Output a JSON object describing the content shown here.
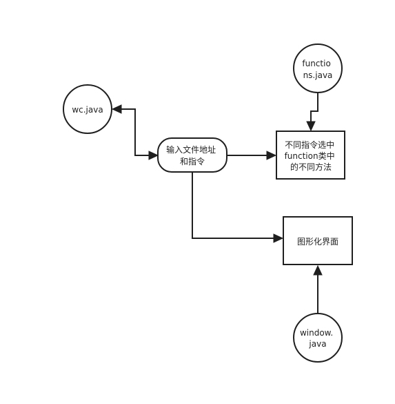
{
  "nodes": {
    "wc_java": {
      "lines": [
        "wc.java"
      ]
    },
    "functions_java": {
      "lines": [
        "functio",
        "ns.java"
      ]
    },
    "input": {
      "lines": [
        "输入文件地址",
        "和指令"
      ]
    },
    "dispatch": {
      "lines": [
        "不同指令选中",
        "function类中",
        "的不同方法"
      ]
    },
    "gui": {
      "lines": [
        "图形化界面"
      ]
    },
    "window_java": {
      "lines": [
        "window.",
        "java"
      ]
    }
  },
  "edges": [
    {
      "from": "input",
      "to": "wc_java",
      "bidirectional": true
    },
    {
      "from": "functions_java",
      "to": "dispatch"
    },
    {
      "from": "input",
      "to": "dispatch"
    },
    {
      "from": "input",
      "to": "gui"
    },
    {
      "from": "window_java",
      "to": "gui"
    }
  ]
}
